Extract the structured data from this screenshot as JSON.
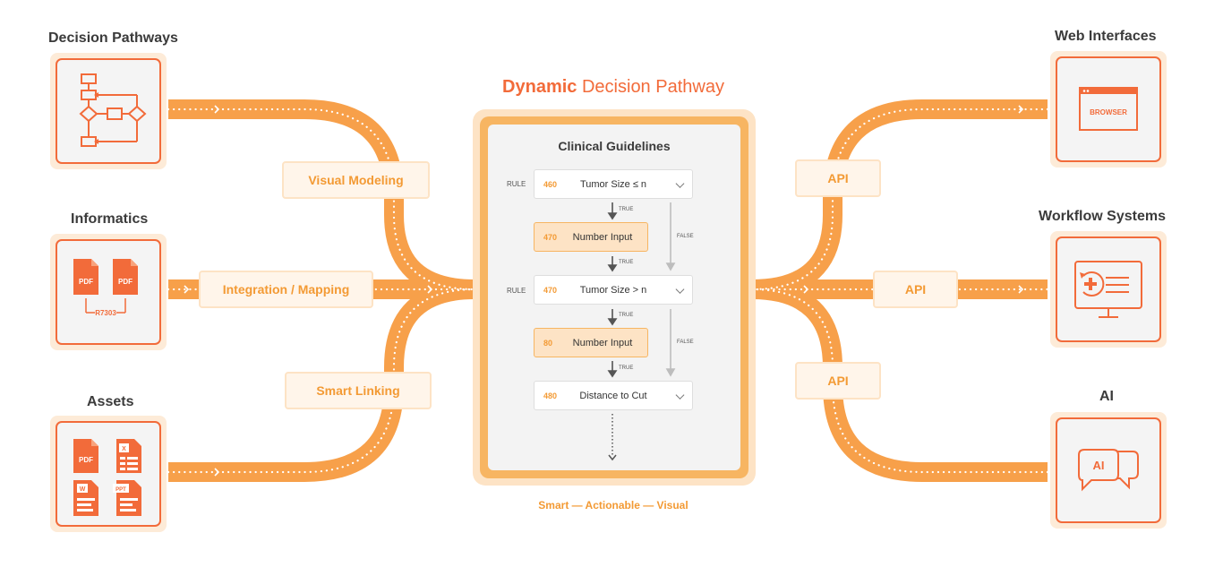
{
  "left": {
    "decision_pathways": {
      "title": "Decision Pathways",
      "icon": "flowchart-icon"
    },
    "informatics": {
      "title": "Informatics",
      "icon": "pdf-mapping-icon",
      "pdf_a": "PDF",
      "pdf_b": "PDF",
      "code": "R7303"
    },
    "assets": {
      "title": "Assets",
      "icon": "documents-icon",
      "pdf": "PDF",
      "excel": "X",
      "word": "W",
      "ppt": "PPT"
    }
  },
  "connectors_left": {
    "visual_modeling": "Visual Modeling",
    "integration_mapping": "Integration / Mapping",
    "smart_linking": "Smart Linking"
  },
  "center": {
    "title_bold": "Dynamic",
    "title_rest": "Decision Pathway",
    "heading": "Clinical Guidelines",
    "rules": [
      {
        "label": "RULE",
        "num": "460",
        "text": "Tumor Size ≤ n"
      },
      {
        "label": "",
        "num": "470",
        "text": "Number Input"
      },
      {
        "label": "RULE",
        "num": "470",
        "text": "Tumor Size > n"
      },
      {
        "label": "",
        "num": "80",
        "text": "Number Input"
      },
      {
        "label": "",
        "num": "480",
        "text": "Distance to Cut"
      }
    ],
    "true_label": "TRUE",
    "false_label": "FALSE",
    "tagline": "Smart — Actionable — Visual"
  },
  "connectors_right": {
    "api_top": "API",
    "api_mid": "API",
    "api_bottom": "API"
  },
  "right": {
    "web_interfaces": {
      "title": "Web Interfaces",
      "icon": "browser-icon",
      "label": "BROWSER"
    },
    "workflow_systems": {
      "title": "Workflow Systems",
      "icon": "monitor-medical-icon"
    },
    "ai": {
      "title": "AI",
      "icon": "chat-ai-icon",
      "label": "AI"
    }
  },
  "colors": {
    "orange": "#f7a04a",
    "orange_dark": "#f26b3a",
    "orange_text": "#f39a34",
    "peach": "#fde3c5"
  }
}
